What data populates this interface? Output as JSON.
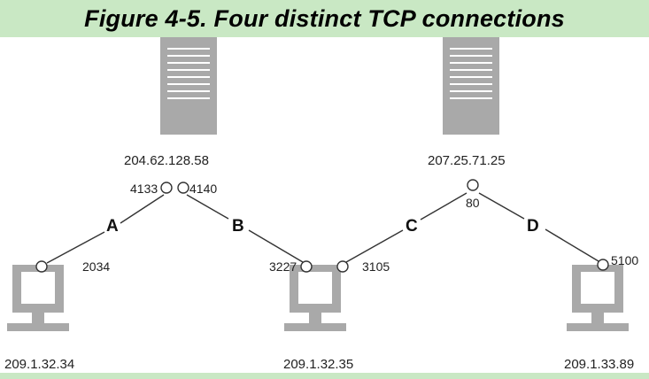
{
  "title": "Figure 4-5. Four distinct TCP connections",
  "servers": [
    {
      "ip": "204.62.128.58"
    },
    {
      "ip": "207.25.71.25"
    }
  ],
  "clients": [
    {
      "ip": "209.1.32.34"
    },
    {
      "ip": "209.1.32.35"
    },
    {
      "ip": "209.1.33.89"
    }
  ],
  "ports": {
    "server1_left": "4133",
    "server1_right": "4140",
    "server2": "80",
    "client1": "2034",
    "client2_left": "3227",
    "client2_right": "3105",
    "client3": "5100"
  },
  "connections": {
    "a": "A",
    "b": "B",
    "c": "C",
    "d": "D"
  },
  "colors": {
    "title_band": "#c9e8c4",
    "device_gray": "#a9a9a9",
    "line": "#333333"
  }
}
